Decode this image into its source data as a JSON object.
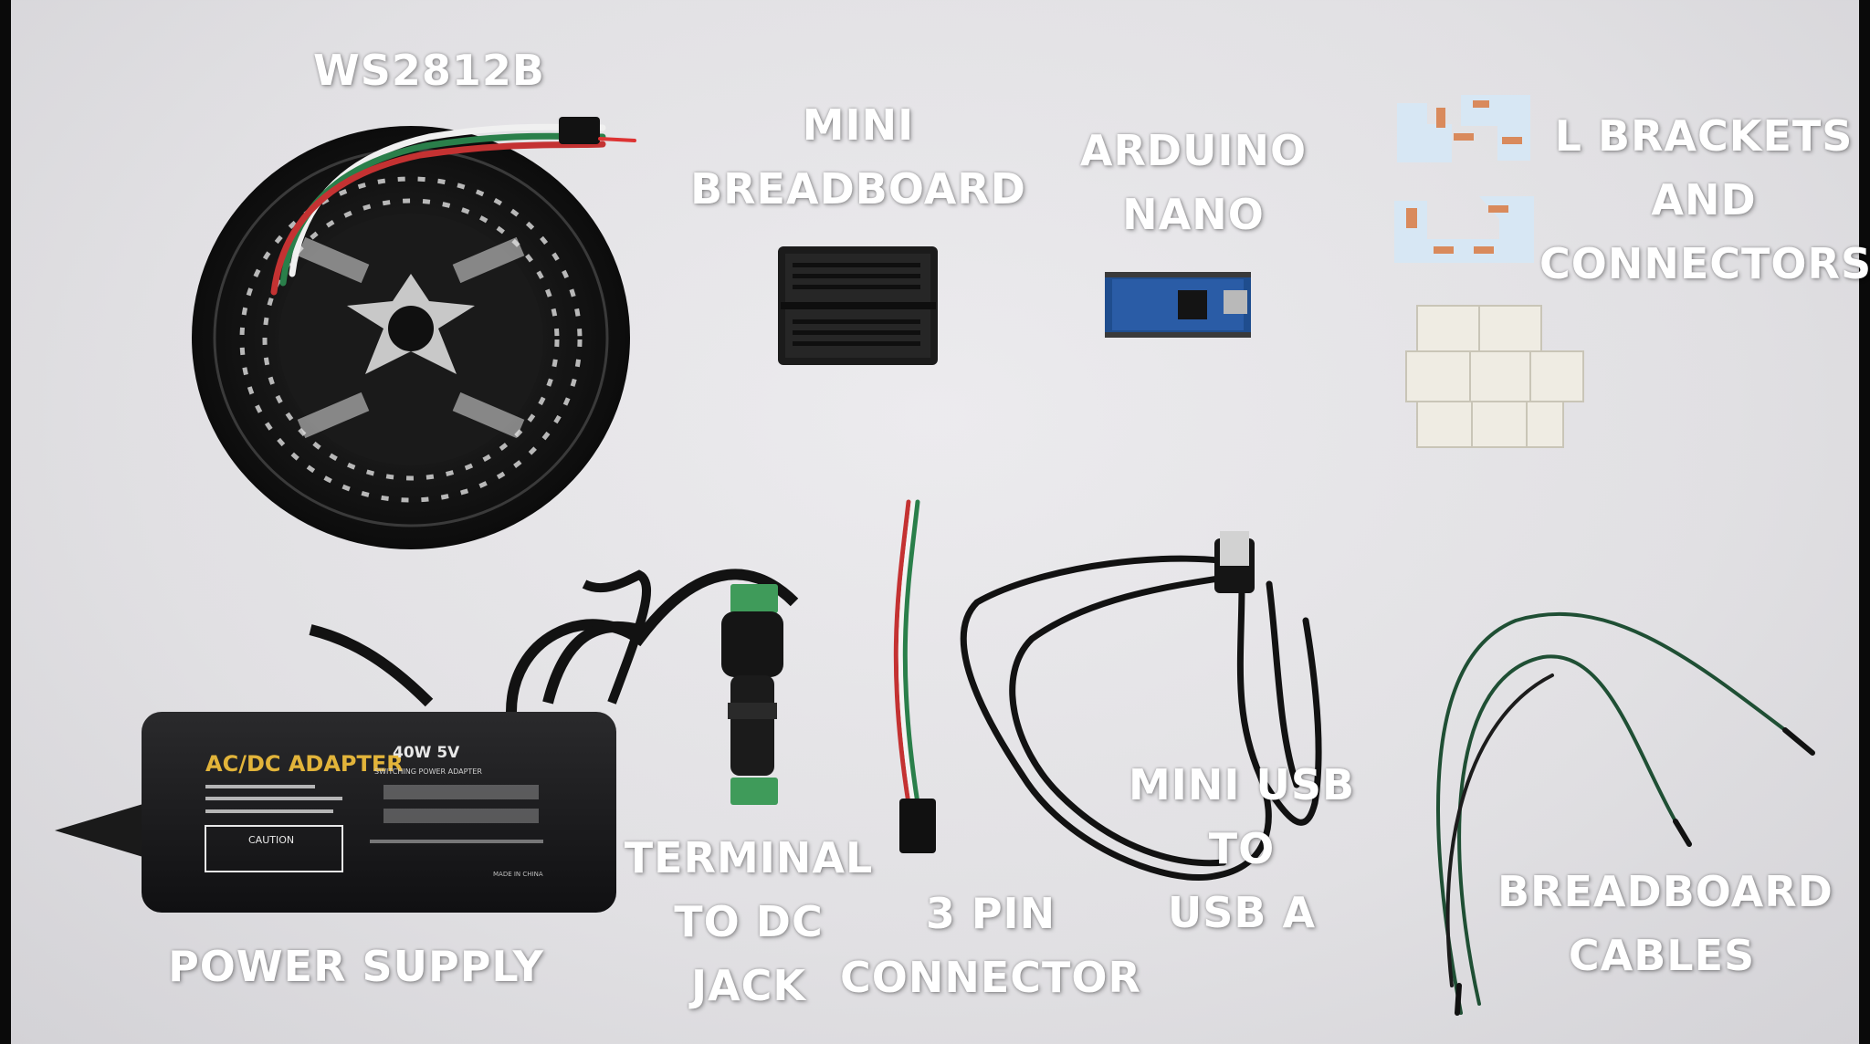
{
  "labels": {
    "ws2812b": "WS2812B",
    "mini_breadboard": [
      "MINI",
      "BREADBOARD"
    ],
    "arduino_nano": [
      "ARDUINO",
      "NANO"
    ],
    "l_brackets": [
      "L BRACKETS",
      "AND",
      "CONNECTORS"
    ],
    "power_supply": "POWER SUPPLY",
    "terminal": [
      "TERMINAL",
      "TO DC",
      "JACK"
    ],
    "pin_connector": [
      "3 PIN",
      "CONNECTOR"
    ],
    "mini_usb": [
      "MINI USB",
      "TO",
      "USB A"
    ],
    "breadboard_cables": [
      "BREADBOARD",
      "CABLES"
    ]
  },
  "adapter_print": {
    "brand": "AC/DC ADAPTER",
    "rating": "40W  5V",
    "subtitle": "SWITCHING POWER ADAPTER",
    "caution": "CAUTION",
    "made_in": "MADE IN CHINA"
  },
  "colors": {
    "label_text": "#ffffff",
    "background": "#e4e3e6",
    "adapter_yellow": "#e2b43a"
  }
}
